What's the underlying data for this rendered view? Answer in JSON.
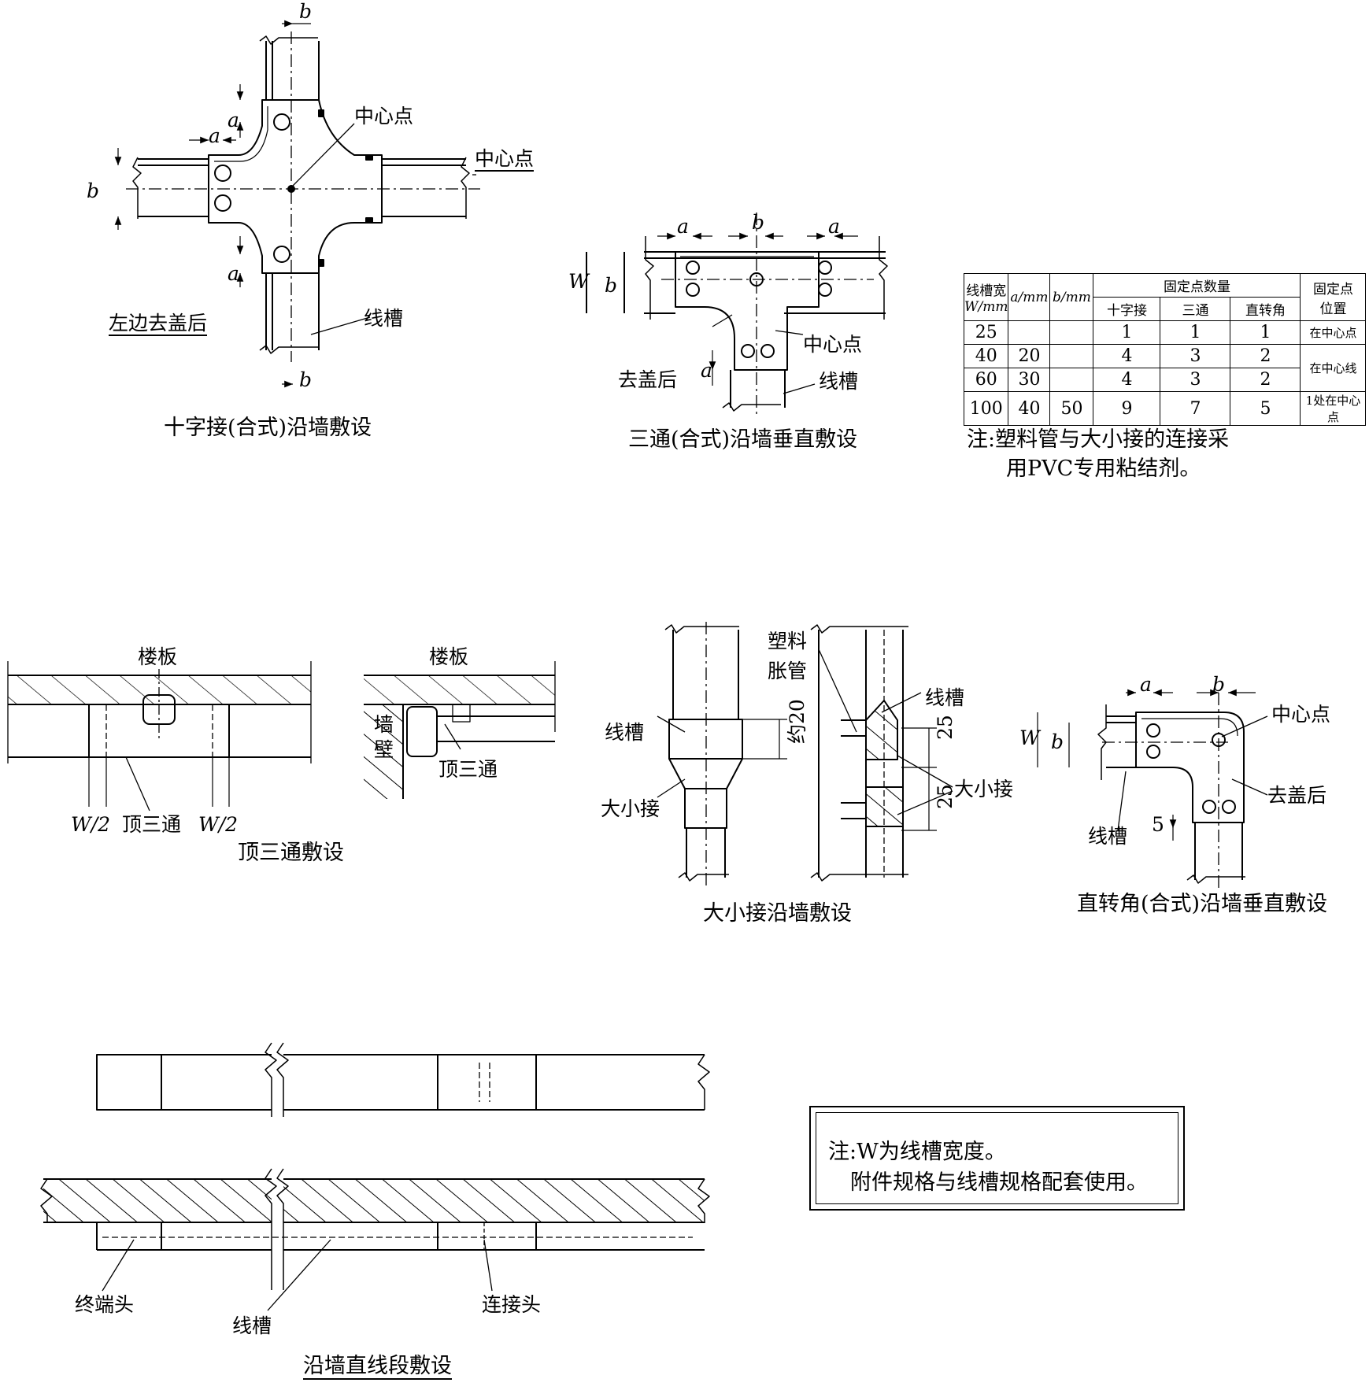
{
  "cross": {
    "title": "十字接(合式)沿墙敷设",
    "center_label": "中心点",
    "center_label_right": "中心点",
    "after_cover": "左边去盖后",
    "trunking": "线槽",
    "dim_a": "a",
    "dim_b": "b"
  },
  "tee": {
    "title": "三通(合式)沿墙垂直敷设",
    "center_label": "中心点",
    "after_cover": "去盖后",
    "trunking": "线槽",
    "dim_W": "W",
    "dim_a": "a",
    "dim_b": "b"
  },
  "table": {
    "headers": {
      "width": "线槽宽",
      "width_unit": "W/mm",
      "a": "a/mm",
      "b": "b/mm",
      "count": "固定点数量",
      "cross": "十字接",
      "tee": "三通",
      "elbow": "直转角",
      "position": "固定点",
      "position2": "位置"
    },
    "rows": [
      {
        "w": "25",
        "a": "",
        "b": "",
        "cross": "1",
        "tee": "1",
        "elbow": "1",
        "pos": "在中心点"
      },
      {
        "w": "40",
        "a": "20",
        "b": "",
        "cross": "4",
        "tee": "3",
        "elbow": "2",
        "pos": "在中心线"
      },
      {
        "w": "60",
        "a": "30",
        "b": "",
        "cross": "4",
        "tee": "3",
        "elbow": "2",
        "pos": ""
      },
      {
        "w": "100",
        "a": "40",
        "b": "50",
        "cross": "9",
        "tee": "7",
        "elbow": "5",
        "pos": "1处在中心点"
      }
    ],
    "note_line1": "注:塑料管与大小接的连接采",
    "note_line2": "用PVC专用粘结剂。"
  },
  "top_tee": {
    "title": "顶三通敷设",
    "floor_slab": "楼板",
    "floor_slab_2": "楼板",
    "fitting": "顶三通",
    "fitting_2": "顶三通",
    "wall_1": "墙",
    "wall_2": "壁",
    "half_w": "W/2"
  },
  "reducer": {
    "title": "大小接沿墙敷设",
    "trunking": "线槽",
    "trunking_2": "线槽",
    "reducer": "大小接",
    "reducer_2": "大小接",
    "plastic_1": "塑料",
    "plastic_2": "胀管",
    "dim_approx": "约20",
    "dim_25": "25"
  },
  "elbow": {
    "title": "直转角(合式)沿墙垂直敷设",
    "center_label": "中心点",
    "after_cover": "去盖后",
    "trunking": "线槽",
    "dim_W": "W",
    "dim_a": "a",
    "dim_b": "b",
    "dim_5": "5"
  },
  "straight": {
    "title": "沿墙直线段敷设",
    "end_cap": "终端头",
    "trunking": "线槽",
    "joint": "连接头"
  },
  "note": {
    "line1": "注:W为线槽宽度。",
    "line2": "附件规格与线槽规格配套使用。"
  }
}
